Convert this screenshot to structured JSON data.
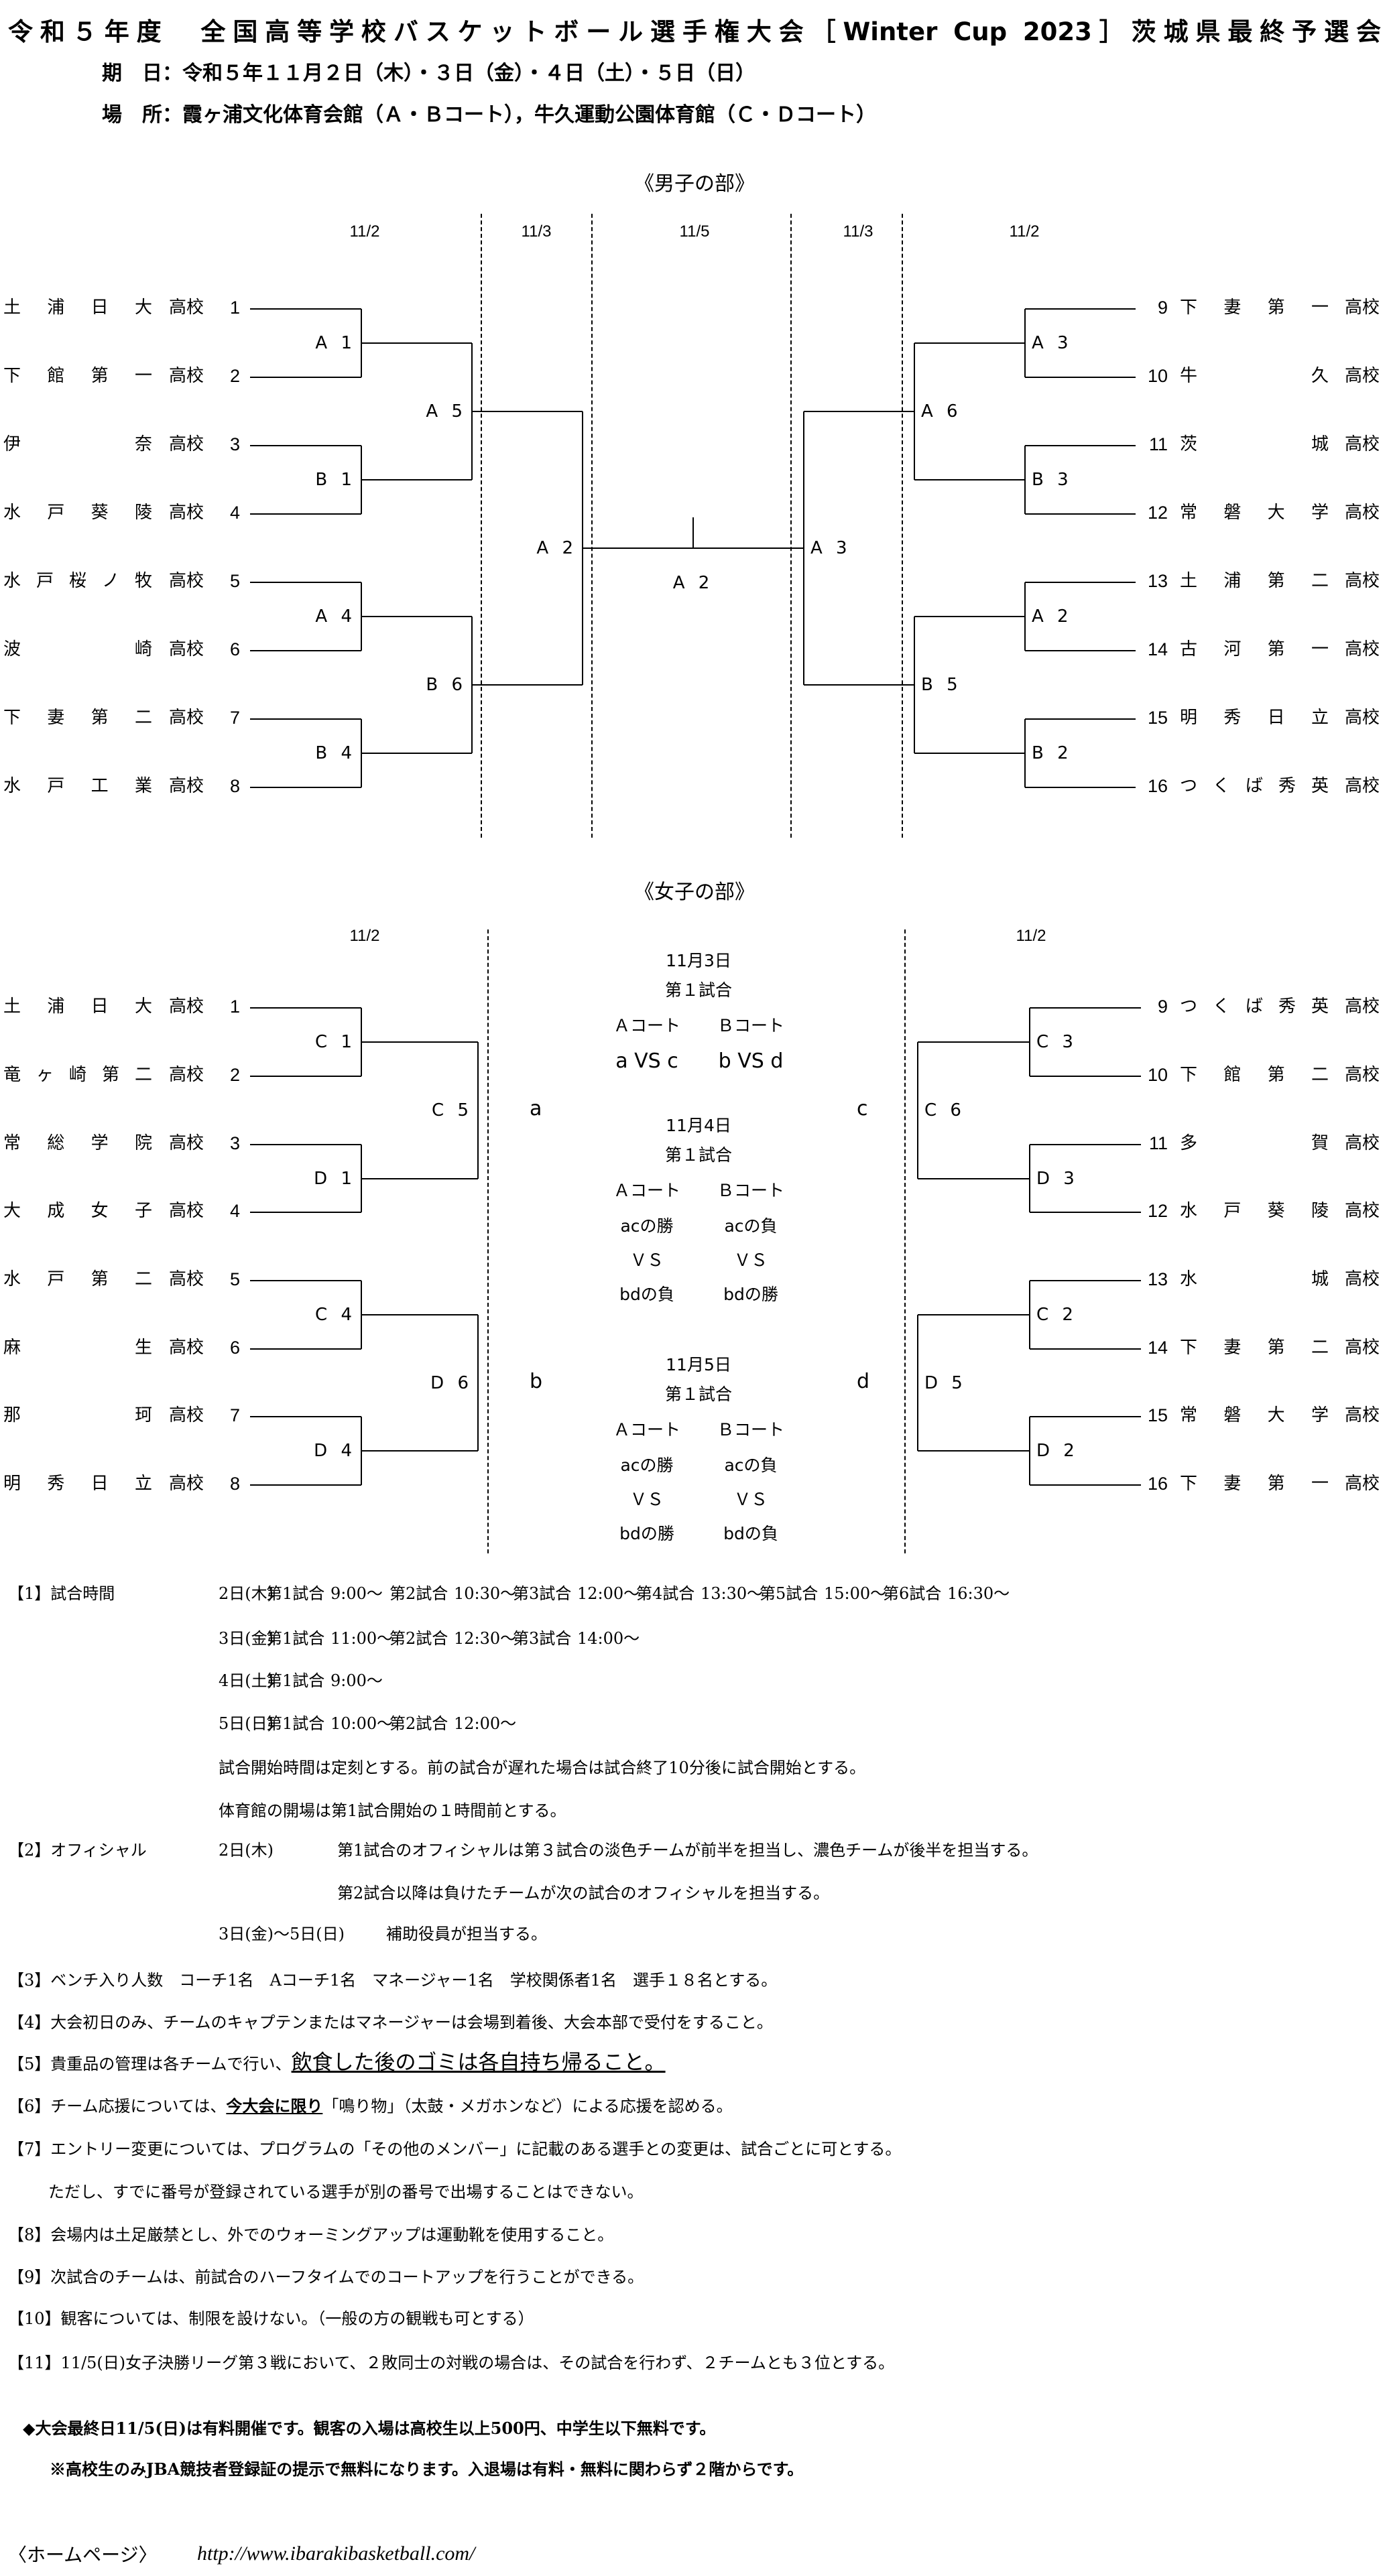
{
  "header": {
    "title": "令和５年度　全国高等学校バスケットボール選手権大会［Winter Cup 2023］茨城県最終予選会",
    "dates_label": "期　日：",
    "dates_value": "令和５年１１月２日（木）・３日（金）・４日（土）・５日（日）",
    "venue_label": "場　所：",
    "venue_value": "霞ヶ浦文化体育会館（Ａ・Ｂコート），牛久運動公園体育館（Ｃ・Ｄコート）"
  },
  "men": {
    "title": "《男子の部》",
    "dates": [
      "11/2",
      "11/3",
      "11/5",
      "11/3",
      "11/2"
    ],
    "left_teams": [
      {
        "no": "1",
        "name": "土浦日大",
        "suffix": "高校"
      },
      {
        "no": "2",
        "name": "下館第一",
        "suffix": "高校"
      },
      {
        "no": "3",
        "name": "伊奈",
        "suffix": "高校"
      },
      {
        "no": "4",
        "name": "水戸葵陵",
        "suffix": "高校"
      },
      {
        "no": "5",
        "name": "水戸桜ノ牧",
        "suffix": "高校"
      },
      {
        "no": "6",
        "name": "波崎",
        "suffix": "高校"
      },
      {
        "no": "7",
        "name": "下妻第二",
        "suffix": "高校"
      },
      {
        "no": "8",
        "name": "水戸工業",
        "suffix": "高校"
      }
    ],
    "right_teams": [
      {
        "no": "9",
        "name": "下妻第一",
        "suffix": "高校"
      },
      {
        "no": "10",
        "name": "牛久",
        "suffix": "高校"
      },
      {
        "no": "11",
        "name": "茨城",
        "suffix": "高校"
      },
      {
        "no": "12",
        "name": "常磐大学",
        "suffix": "高校"
      },
      {
        "no": "13",
        "name": "土浦第二",
        "suffix": "高校"
      },
      {
        "no": "14",
        "name": "古河第一",
        "suffix": "高校"
      },
      {
        "no": "15",
        "name": "明秀日立",
        "suffix": "高校"
      },
      {
        "no": "16",
        "name": "つくば秀英",
        "suffix": "高校"
      }
    ],
    "left_games": {
      "r1": [
        "A 1",
        "B 1",
        "A 4",
        "B 4"
      ],
      "r2": [
        "A 5",
        "B 6"
      ],
      "r3": "A 2"
    },
    "right_games": {
      "r1": [
        "A 3",
        "B 3",
        "A 2",
        "B 2"
      ],
      "r2": [
        "A 6",
        "B 5"
      ],
      "r3": "A 3"
    },
    "final": "A 2"
  },
  "women": {
    "title": "《女子の部》",
    "dates": [
      "11/2",
      "11/2"
    ],
    "left_teams": [
      {
        "no": "1",
        "name": "土浦日大",
        "suffix": "高校"
      },
      {
        "no": "2",
        "name": "竜ヶ崎第二",
        "suffix": "高校"
      },
      {
        "no": "3",
        "name": "常総学院",
        "suffix": "高校"
      },
      {
        "no": "4",
        "name": "大成女子",
        "suffix": "高校"
      },
      {
        "no": "5",
        "name": "水戸第二",
        "suffix": "高校"
      },
      {
        "no": "6",
        "name": "麻生",
        "suffix": "高校"
      },
      {
        "no": "7",
        "name": "那珂",
        "suffix": "高校"
      },
      {
        "no": "8",
        "name": "明秀日立",
        "suffix": "高校"
      }
    ],
    "right_teams": [
      {
        "no": "9",
        "name": "つくば秀英",
        "suffix": "高校"
      },
      {
        "no": "10",
        "name": "下館第二",
        "suffix": "高校"
      },
      {
        "no": "11",
        "name": "多賀",
        "suffix": "高校"
      },
      {
        "no": "12",
        "name": "水戸葵陵",
        "suffix": "高校"
      },
      {
        "no": "13",
        "name": "水城",
        "suffix": "高校"
      },
      {
        "no": "14",
        "name": "下妻第二",
        "suffix": "高校"
      },
      {
        "no": "15",
        "name": "常磐大学",
        "suffix": "高校"
      },
      {
        "no": "16",
        "name": "下妻第一",
        "suffix": "高校"
      }
    ],
    "left_games": {
      "r1": [
        "C 1",
        "D 1",
        "C 4",
        "D 4"
      ],
      "r2": [
        "C 5",
        "D 6"
      ]
    },
    "right_games": {
      "r1": [
        "C 3",
        "D 3",
        "C 2",
        "D 2"
      ],
      "r2": [
        "C 6",
        "D 5"
      ]
    },
    "pools": {
      "a": "a",
      "b": "b",
      "c": "c",
      "d": "d"
    },
    "schedule": [
      {
        "date": "11月3日",
        "match": "第１試合",
        "court_a": "Ａコート",
        "court_b": "Ｂコート",
        "a_lines": [
          "a VS c"
        ],
        "b_lines": [
          "b VS d"
        ]
      },
      {
        "date": "11月4日",
        "match": "第１試合",
        "court_a": "Ａコート",
        "court_b": "Ｂコート",
        "a_lines": [
          "acの勝",
          "ＶＳ",
          "bdの負"
        ],
        "b_lines": [
          "acの負",
          "ＶＳ",
          "bdの勝"
        ]
      },
      {
        "date": "11月5日",
        "match": "第１試合",
        "court_a": "Ａコート",
        "court_b": "Ｂコート",
        "a_lines": [
          "acの勝",
          "ＶＳ",
          "bdの勝"
        ],
        "b_lines": [
          "acの負",
          "ＶＳ",
          "bdの負"
        ]
      }
    ]
  },
  "notes": {
    "n1_label": "【1】試合時間",
    "timetable": [
      {
        "day": "2日(木)",
        "sessions": [
          [
            "第1試合",
            "9:00～"
          ],
          [
            "第2試合",
            "10:30～"
          ],
          [
            "第3試合",
            "12:00～"
          ],
          [
            "第4試合",
            "13:30～"
          ],
          [
            "第5試合",
            "15:00～"
          ],
          [
            "第6試合",
            "16:30～"
          ]
        ]
      },
      {
        "day": "3日(金)",
        "sessions": [
          [
            "第1試合",
            "11:00～"
          ],
          [
            "第2試合",
            "12:30～"
          ],
          [
            "第3試合",
            "14:00～"
          ]
        ]
      },
      {
        "day": "4日(土)",
        "sessions": [
          [
            "第1試合",
            "9:00～"
          ]
        ]
      },
      {
        "day": "5日(日)",
        "sessions": [
          [
            "第1試合",
            "10:00～"
          ],
          [
            "第2試合",
            "12:00～"
          ]
        ]
      }
    ],
    "n1_line5": "試合開始時間は定刻とする。前の試合が遅れた場合は試合終了10分後に試合開始とする。",
    "n1_line6": "体育館の開場は第1試合開始の１時間前とする。",
    "n2_label": "【2】オフィシャル",
    "n2_day": "2日(木)",
    "n2_line1": "第1試合のオフィシャルは第３試合の淡色チームが前半を担当し、濃色チームが後半を担当する。",
    "n2_line2": "第2試合以降は負けたチームが次の試合のオフィシャルを担当する。",
    "n2_day2": "3日(金)～5日(日)",
    "n2_line3": "補助役員が担当する。",
    "n3": "【3】ベンチ入り人数　コーチ1名　Aコーチ1名　マネージャー1名　学校関係者1名　選手１８名とする。",
    "n4": "【4】大会初日のみ、チームのキャプテンまたはマネージャーは会場到着後、大会本部で受付をすること。",
    "n5_a": "【5】貴重品の管理は各チームで行い、",
    "n5_b": "飲食した後のゴミは各自持ち帰ること。",
    "n6_a": "【6】チーム応援については、",
    "n6_b": "今大会に限り",
    "n6_c": "「鳴り物」（太鼓・メガホンなど）による応援を認める。",
    "n7": "【7】エントリー変更については、プログラムの「その他のメンバー」に記載のある選手との変更は、試合ごとに可とする。",
    "n7_b": "ただし、すでに番号が登録されている選手が別の番号で出場することはできない。",
    "n8": "【8】会場内は土足厳禁とし、外でのウォーミングアップは運動靴を使用すること。",
    "n9": "【9】次試合のチームは、前試合のハーフタイムでのコートアップを行うことができる。",
    "n10": "【10】観客については、制限を設けない。（一般の方の観戦も可とする）",
    "n11": "【11】11/5(日)女子決勝リーグ第３戦において、２敗同士の対戦の場合は、その試合を行わず、２チームとも３位とする。",
    "paid": "◆大会最終日11/5(日)は有料開催です。観客の入場は高校生以上500円、中学生以下無料です。",
    "free": "※高校生のみJBA競技者登録証の提示で無料になります。入退場は有料・無料に関わらず２階からです。",
    "homepage_label": "〈ホームページ〉",
    "homepage_url": "http://www.ibarakibasketball.com/"
  }
}
